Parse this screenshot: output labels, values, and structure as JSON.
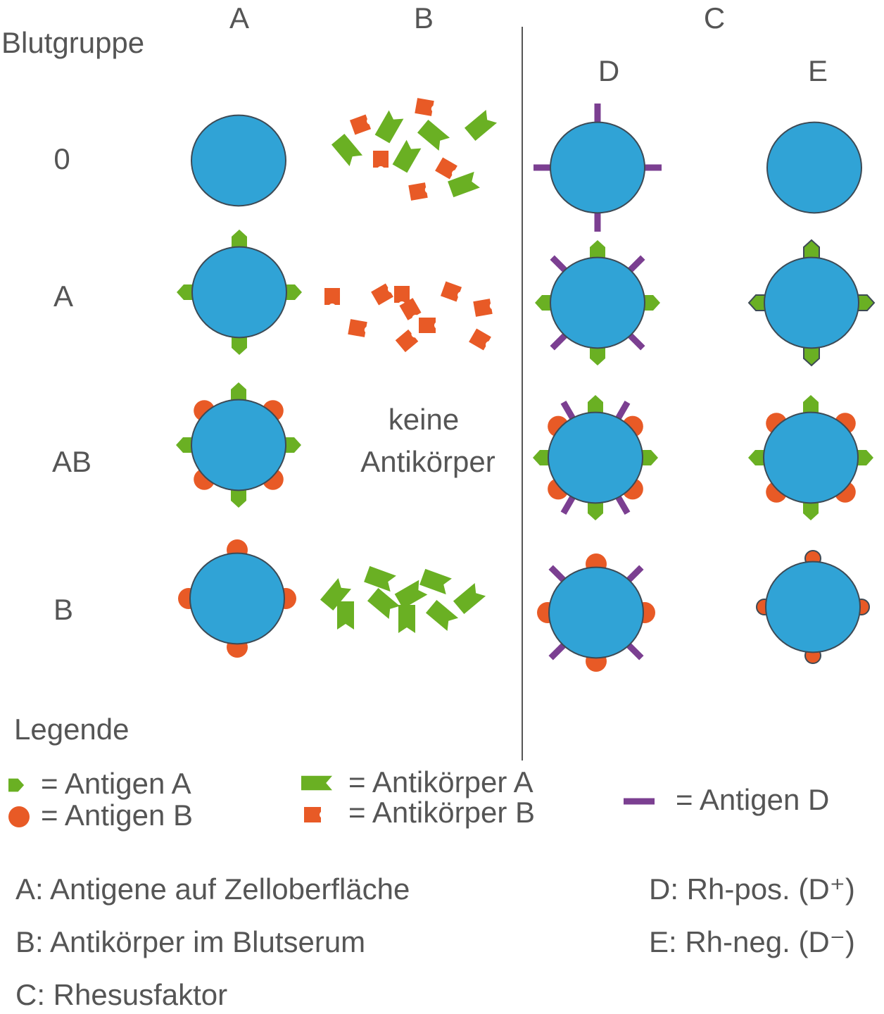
{
  "header": {
    "row_header": "Blutgruppe",
    "col_a": "A",
    "col_b": "B",
    "col_c": "C",
    "col_d": "D",
    "col_e": "E"
  },
  "rows": [
    {
      "label": "0"
    },
    {
      "label": "A"
    },
    {
      "label": "AB"
    },
    {
      "label": "B"
    }
  ],
  "no_antibodies": [
    "keine",
    "Antikörper"
  ],
  "legend": {
    "title": "Legende",
    "antigen_a": "= Antigen A",
    "antigen_b": "= Antigen B",
    "antibody_a": "= Antikörper A",
    "antibody_b": "= Antikörper B",
    "antigen_d": "= Antigen D"
  },
  "notes": {
    "a": "A: Antigene auf Zelloberfläche",
    "b": "B: Antikörper im Blutserum",
    "c": "C: Rhesusfaktor",
    "d": "D: Rh-pos. (D⁺)",
    "e": "E: Rh-neg. (D⁻)"
  },
  "colors": {
    "cell": "#30a3d6",
    "antigen_a": "#6ab023",
    "antigen_b": "#e85a26",
    "antigen_d": "#7b3f91",
    "divider": "#555555"
  },
  "icons": [
    "red-blood-cell-icon",
    "antigen-a-icon",
    "antigen-b-icon",
    "antigen-d-icon",
    "antibody-a-icon",
    "antibody-b-icon"
  ]
}
